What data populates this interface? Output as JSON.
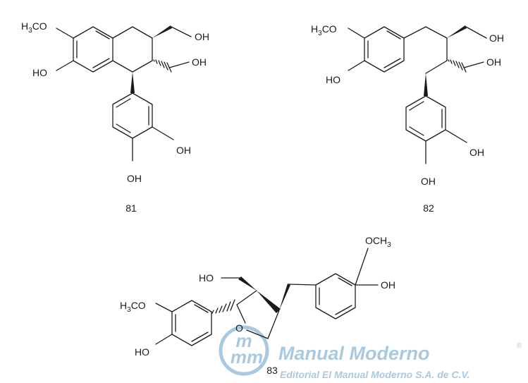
{
  "compound_81": {
    "number": "81",
    "substituents": {
      "methoxy": "H3CO",
      "hydroxy_ring": "HO",
      "ch2oh_top": "OH",
      "ch2oh_mid": "OH",
      "catechol_oh_3": "OH",
      "catechol_oh_4": "OH"
    }
  },
  "compound_82": {
    "number": "82",
    "substituents": {
      "methoxy": "H3CO",
      "hydroxy_ring": "HO",
      "ch2oh_top": "OH",
      "ch2oh_mid": "OH",
      "catechol_oh_3": "OH",
      "catechol_oh_4": "OH"
    }
  },
  "compound_83": {
    "number": "83",
    "substituents": {
      "ch2oh": "HO",
      "methoxy_left": "H3CO",
      "hydroxy_left": "HO",
      "ring_oxygen": "O",
      "methoxy_right": "OCH3",
      "hydroxy_right": "OH"
    }
  },
  "watermark": {
    "logo_letters": "mm",
    "name": "Manual Moderno",
    "registered": "®",
    "publisher": "Editorial El Manual Moderno S.A. de C.V.",
    "color": "#a9c9e0"
  }
}
